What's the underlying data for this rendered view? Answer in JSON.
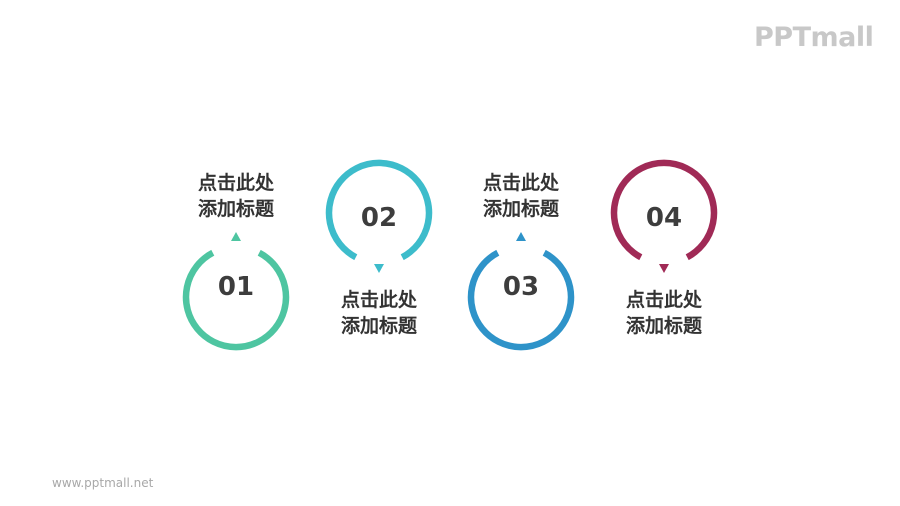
{
  "branding": {
    "logo_text": "PPTmall",
    "footer_url": "www.pptmall.net"
  },
  "steps": [
    {
      "number": "01",
      "label": "点击此处\n添加标题",
      "color": "#4ec5a1",
      "label_position": "above",
      "arrow": "up"
    },
    {
      "number": "02",
      "label": "点击此处\n添加标题",
      "color": "#3dbccb",
      "label_position": "below",
      "arrow": "down"
    },
    {
      "number": "03",
      "label": "点击此处\n添加标题",
      "color": "#2e93c9",
      "label_position": "above",
      "arrow": "up"
    },
    {
      "number": "04",
      "label": "点击此处\n添加标题",
      "color": "#a02a56",
      "label_position": "below",
      "arrow": "down"
    }
  ]
}
